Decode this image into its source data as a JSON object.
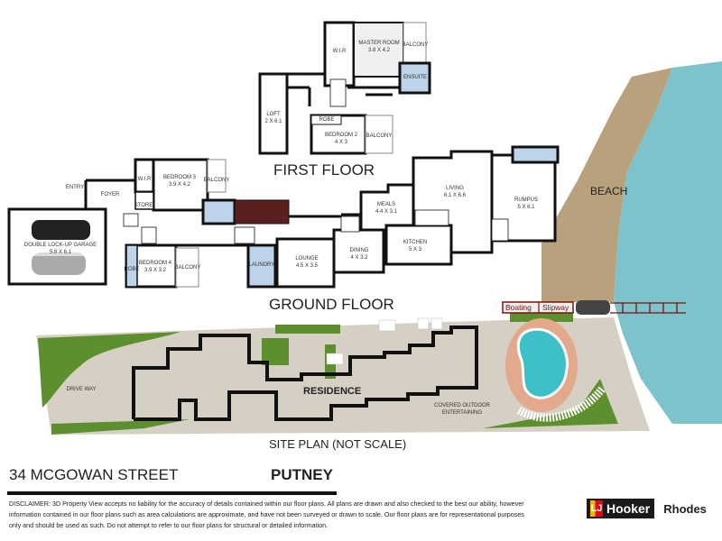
{
  "first_floor": {
    "title": "FIRST FLOOR",
    "rooms": [
      {
        "name": "W.I.R",
        "dims": ""
      },
      {
        "name": "MASTER ROOM",
        "dims": "3.8 X 4.2"
      },
      {
        "name": "BALCONY",
        "dims": ""
      },
      {
        "name": "ENSUITE",
        "dims": ""
      },
      {
        "name": "LOFT",
        "dims": "2 X 6.1"
      },
      {
        "name": "ROBE",
        "dims": ""
      },
      {
        "name": "BEDROOM 2",
        "dims": "4 X 3"
      },
      {
        "name": "BALCONY",
        "dims": ""
      }
    ]
  },
  "ground_floor": {
    "title": "GROUND FLOOR",
    "rooms": [
      {
        "name": "ENTRY",
        "dims": ""
      },
      {
        "name": "FOYER",
        "dims": ""
      },
      {
        "name": "W.I.R",
        "dims": ""
      },
      {
        "name": "BEDROOM 3",
        "dims": "3.9 X 4.2"
      },
      {
        "name": "BALCONY",
        "dims": ""
      },
      {
        "name": "STORE",
        "dims": ""
      },
      {
        "name": "DOUBLE LOCK-UP GARAGE",
        "dims": "5.8 X 6.1"
      },
      {
        "name": "ROBE",
        "dims": ""
      },
      {
        "name": "BEDROOM 4",
        "dims": "3.9 X 3.2"
      },
      {
        "name": "BALCONY",
        "dims": ""
      },
      {
        "name": "LAUNDRY",
        "dims": ""
      },
      {
        "name": "LOUNGE",
        "dims": "4.5 X 3.5"
      },
      {
        "name": "DINING",
        "dims": "4 X 3.2"
      },
      {
        "name": "MEALS",
        "dims": "4.4 X 3.1"
      },
      {
        "name": "KITCHEN",
        "dims": "5 X 3"
      },
      {
        "name": "LIVING",
        "dims": "6.1 X 6.6"
      },
      {
        "name": "RUMPUS",
        "dims": "5 X 6.1"
      }
    ]
  },
  "site_plan": {
    "title": "SITE PLAN (NOT SCALE)",
    "beach": "BEACH",
    "boating": "Boating",
    "slipway": "Slipway",
    "driveway": "DRIVE WAY",
    "residence": "RESIDENCE",
    "covered_outdoor": "COVERED OUTDOOR",
    "entertaining": "ENTERTAINING"
  },
  "footer": {
    "address": "34 MCGOWAN STREET",
    "suburb": "PUTNEY",
    "disclaimer": "DISCLAIMER: 3D Property View accepts no liability for the accuracy of details contained within our floor plans. All plans are drawn and also checked to the best our ability, however information contained in our floor plans such as area calculations are approximate, and have not been surveyed or drawn to scale. Our floor plans are for representational purposes only and should be used as such. Do not attempt to refer to our floor plans for structural or detailed information.",
    "logo_mark": "LJ",
    "logo_text": "Hooker",
    "office": "Rhodes"
  },
  "colors": {
    "wall": "#111111",
    "wet_area": "#bcd3ea",
    "sand": "#b8a27e",
    "water": "#7cc3cc",
    "lawn": "#5d8f2e",
    "site": "#d6d0c4",
    "brand_yellow": "#f7b500",
    "brand_red": "#e30613"
  }
}
